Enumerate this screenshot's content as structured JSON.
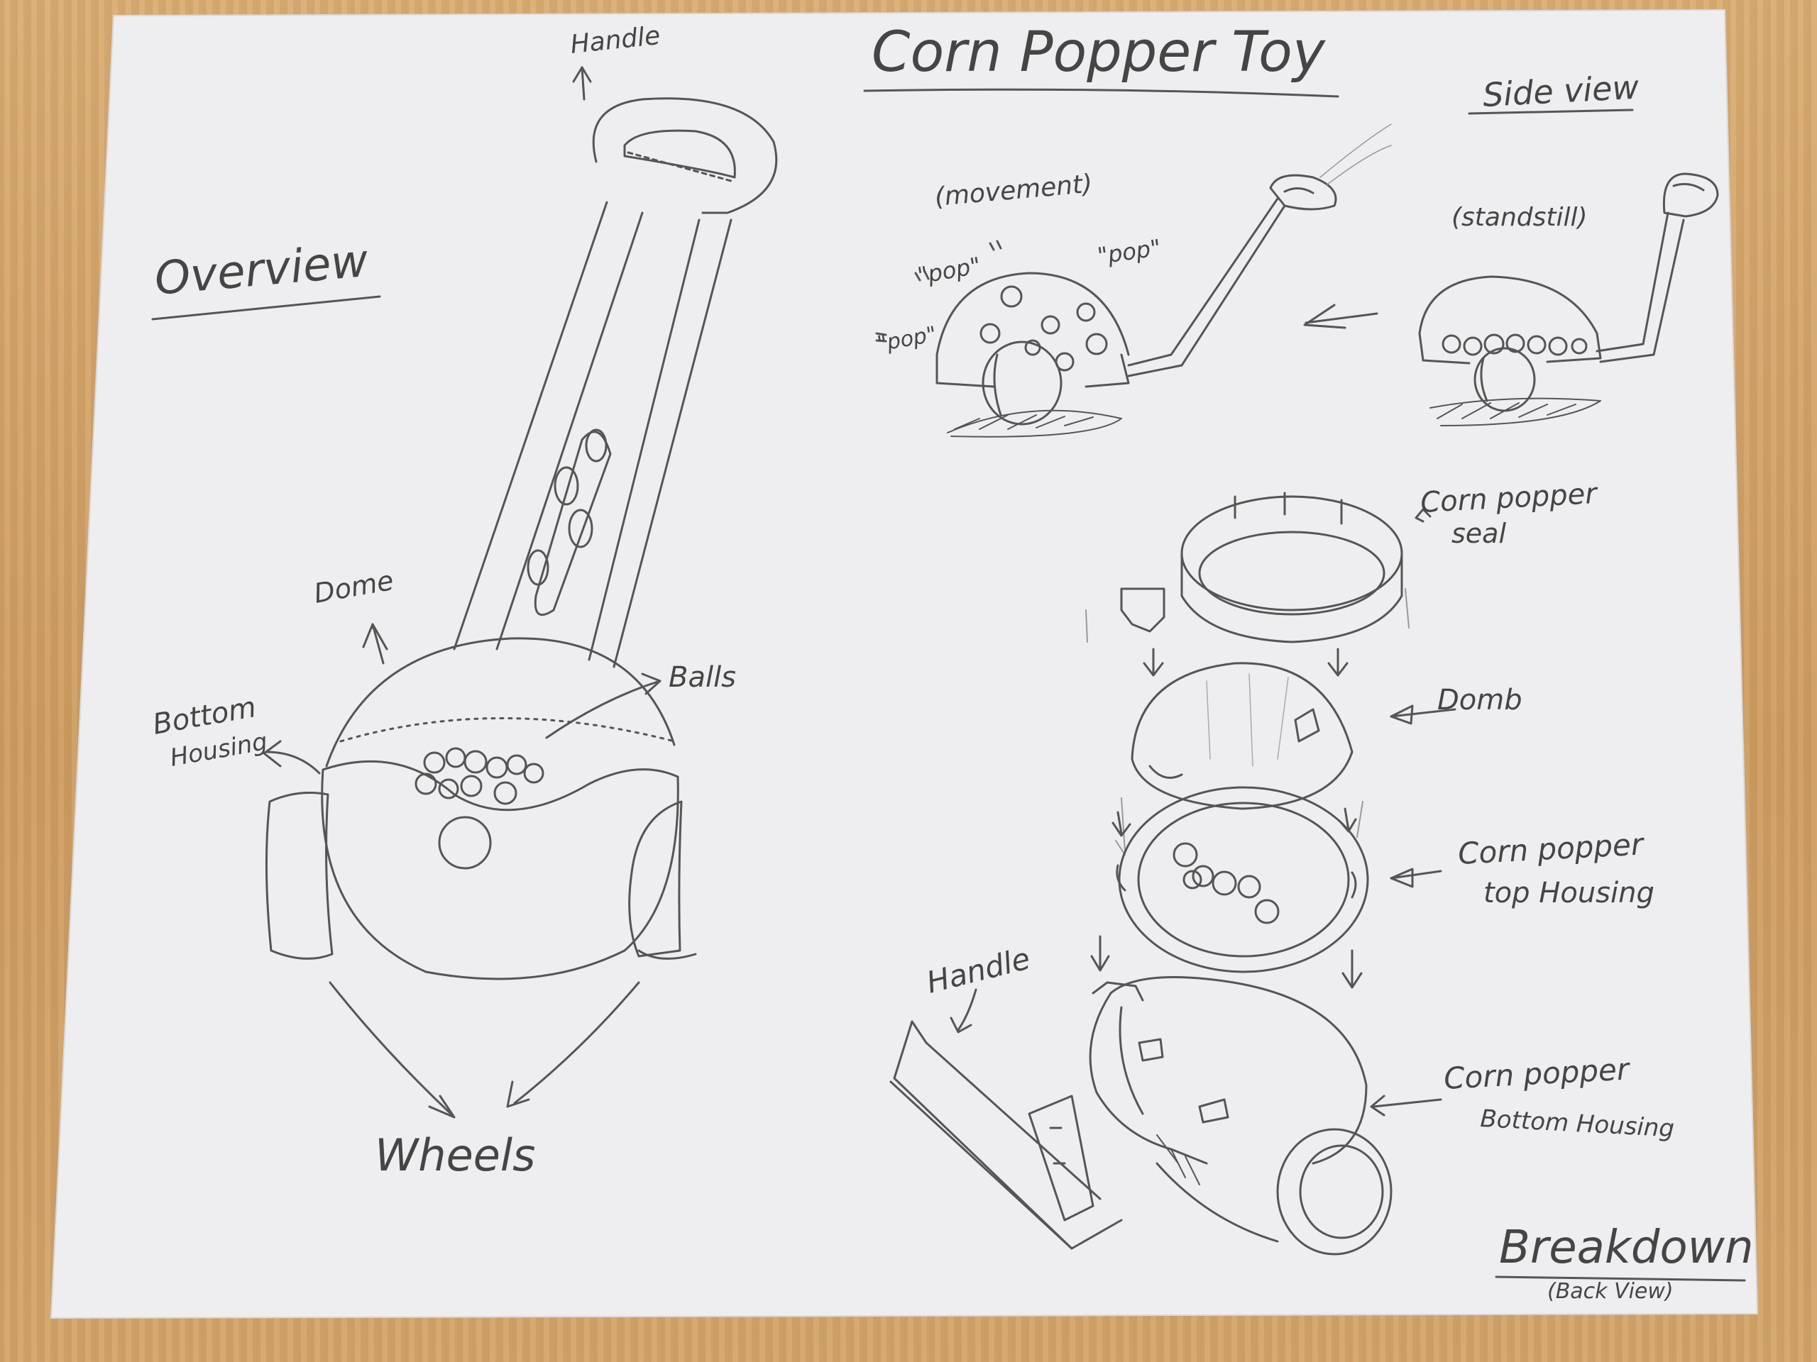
{
  "title": "Corn Popper Toy",
  "sections": {
    "overview": "Overview",
    "side_view": "Side view",
    "breakdown": "Breakdown",
    "breakdown_sub": "(Back View)"
  },
  "overview_labels": {
    "handle": "Handle",
    "dome": "Dome",
    "bottom_housing_1": "Bottom",
    "bottom_housing_2": "Housing",
    "balls": "Balls",
    "wheels": "Wheels"
  },
  "side_view_labels": {
    "movement": "(movement)",
    "standstill": "(standstill)",
    "pop_1": "\"pop\"",
    "pop_2": "\"pop\"",
    "pop_3": "\"pop\""
  },
  "breakdown_labels": {
    "seal_1": "Corn popper",
    "seal_2": "seal",
    "domb": "Domb",
    "top_housing_1": "Corn popper",
    "top_housing_2": "top Housing",
    "handle": "Handle",
    "bottom_housing_1": "Corn popper",
    "bottom_housing_2": "Bottom Housing"
  }
}
